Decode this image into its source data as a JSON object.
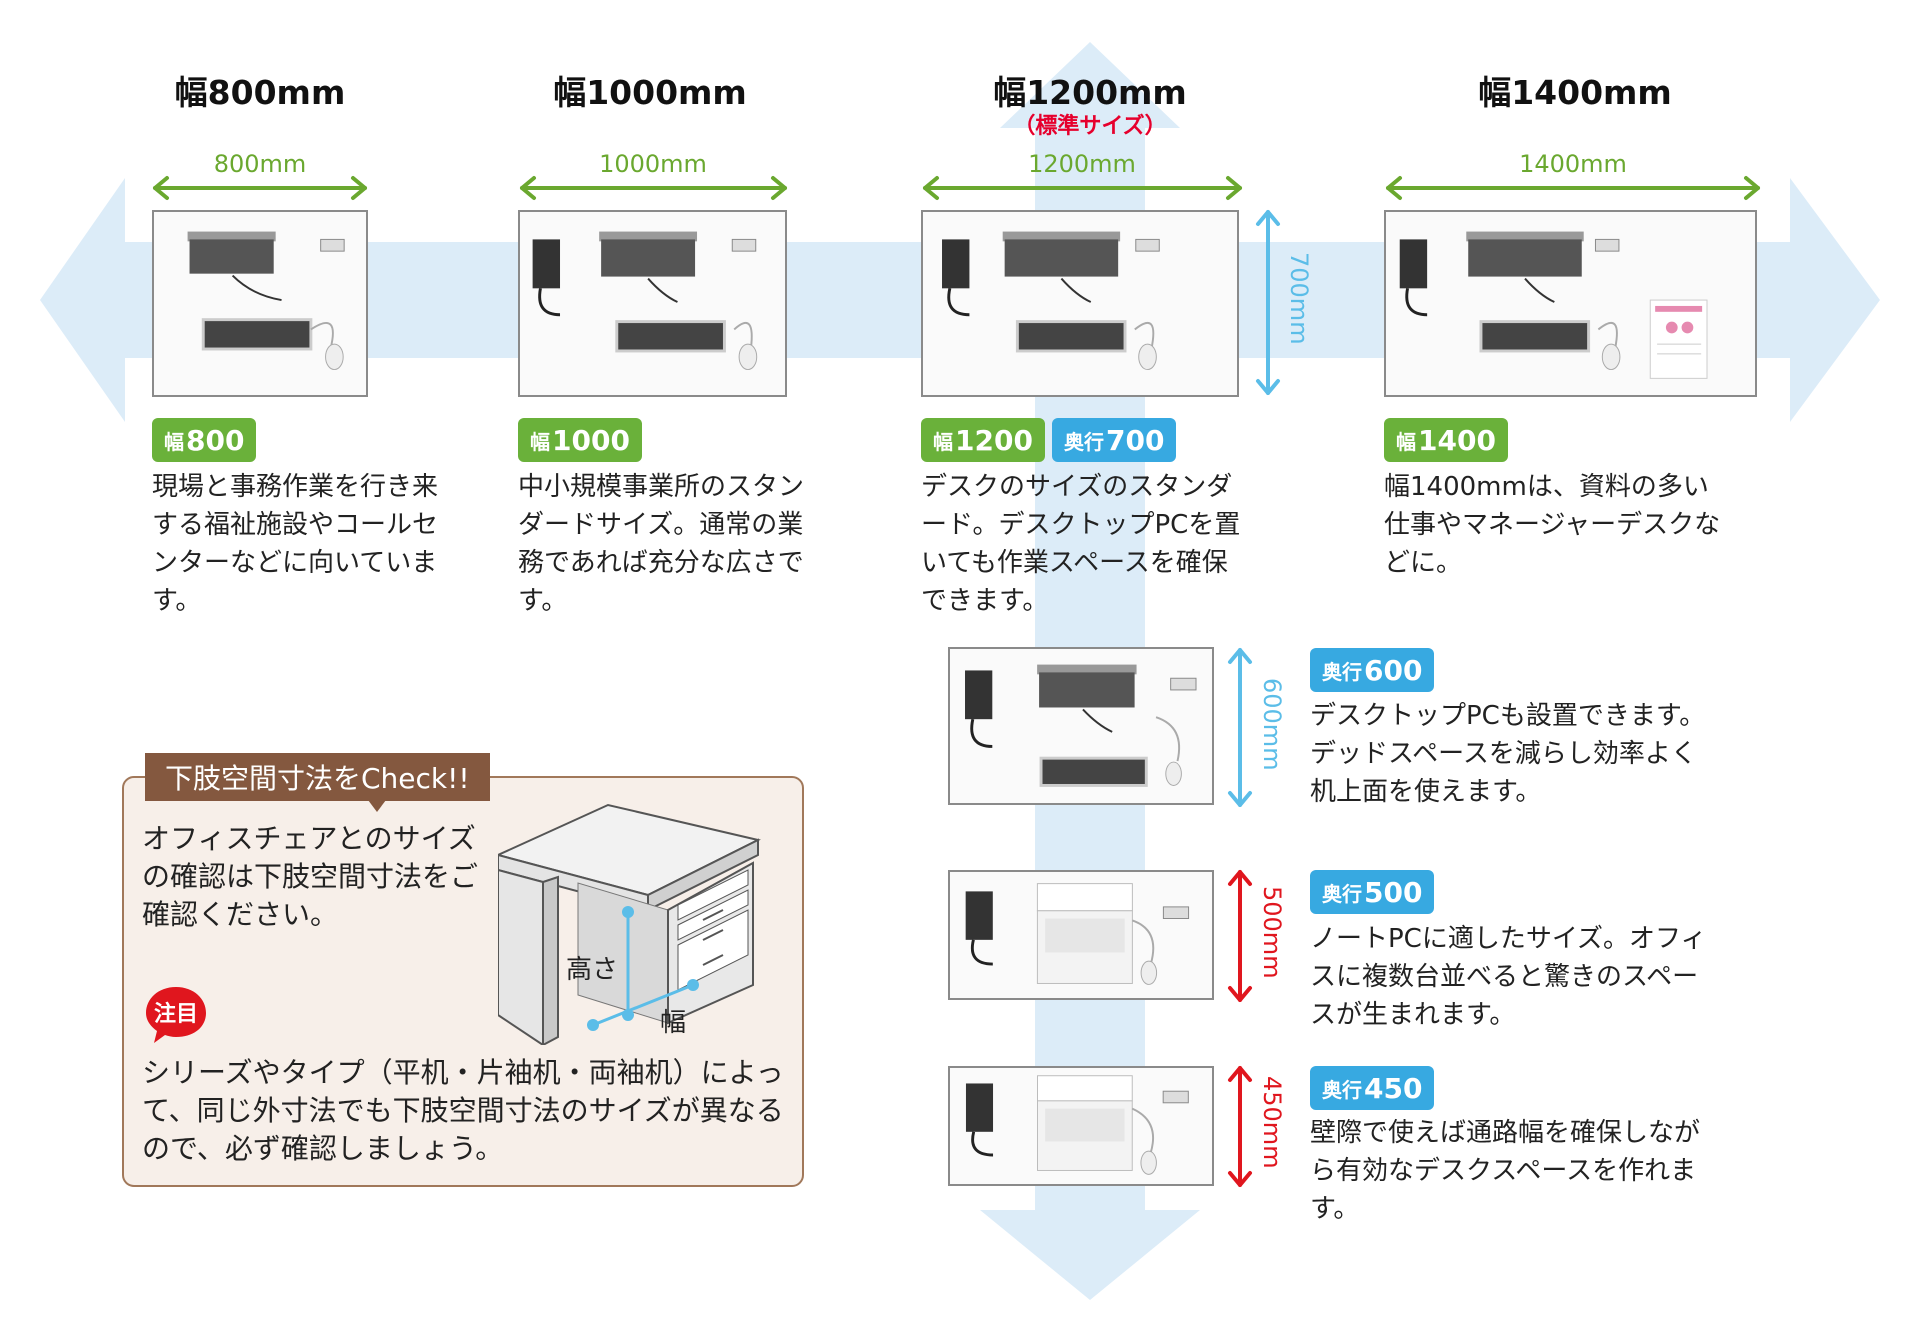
{
  "columns": [
    {
      "title": "幅800mm",
      "dim": "800mm",
      "badge_prefix": "幅",
      "badge_value": "800",
      "description": "現場と事務作業を行き来する福祉施設やコールセンターなどに向いています。"
    },
    {
      "title": "幅1000mm",
      "dim": "1000mm",
      "badge_prefix": "幅",
      "badge_value": "1000",
      "description": "中小規模事業所のスタンダードサイズ。通常の業務であれば充分な広さです。"
    },
    {
      "title": "幅1200mm",
      "subtitle": "（標準サイズ）",
      "dim": "1200mm",
      "depth_dim": "700mm",
      "badge_prefix": "幅",
      "badge_value": "1200",
      "badge2_prefix": "奥行",
      "badge2_value": "700",
      "description": "デスクのサイズのスタンダード。デスクトップPCを置いても作業スペースを確保できます。"
    },
    {
      "title": "幅1400mm",
      "dim": "1400mm",
      "badge_prefix": "幅",
      "badge_value": "1400",
      "description": "幅1400mmは、資料の多い仕事やマネージャーデスクなどに。"
    }
  ],
  "depths": [
    {
      "dim": "600mm",
      "badge_prefix": "奥行",
      "badge_value": "600",
      "description": "デスクトップPCも設置できます。デッドスペースを減らし効率よく机上面を使えます。",
      "arrow_color": "#5bbde8"
    },
    {
      "dim": "500mm",
      "badge_prefix": "奥行",
      "badge_value": "500",
      "description": "ノートPCに適したサイズ。オフィスに複数台並べると驚きのスペースが生まれます。",
      "arrow_color": "#e0161e"
    },
    {
      "dim": "450mm",
      "badge_prefix": "奥行",
      "badge_value": "450",
      "description": "壁際で使えば通路幅を確保しながら有効なデスクスペースを作れます。",
      "arrow_color": "#e0161e"
    }
  ],
  "check": {
    "tag": "下肢空間寸法をCheck!!",
    "text": "オフィスチェアとのサイズの確認は下肢空間寸法をご確認ください。",
    "note_label": "注目",
    "note_text": "シリーズやタイプ（平机・片袖机・両袖机）によって、同じ外寸法でも下肢空間寸法のサイズが異なるので、必ず確認しましょう。",
    "height_label": "高さ",
    "width_label": "幅"
  },
  "colors": {
    "width_arrow": "#6aa82f",
    "badge_green": "#6ab13a",
    "badge_blue": "#37a9e1",
    "bg_arrow": "#dcecf8",
    "accent_red": "#e6002d"
  }
}
